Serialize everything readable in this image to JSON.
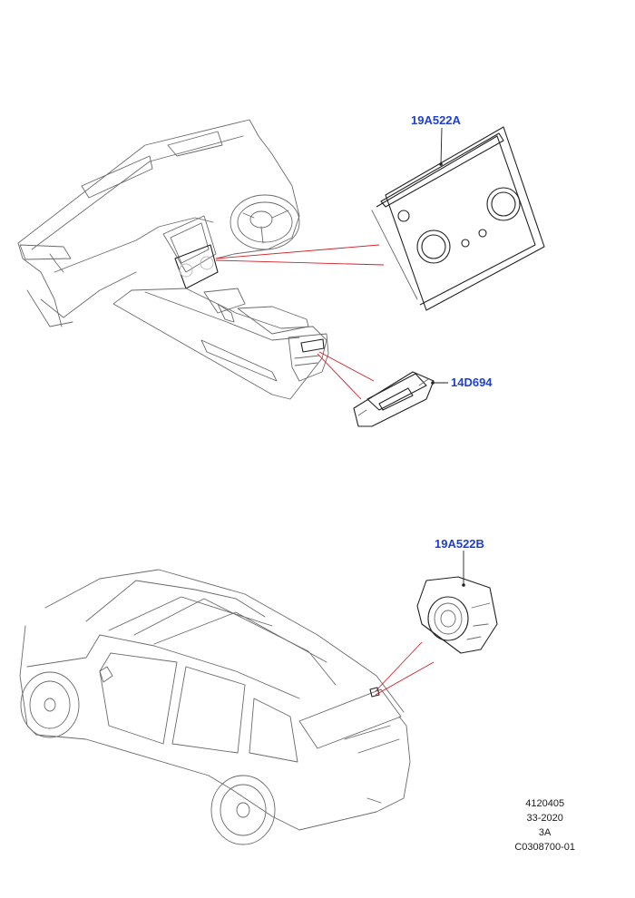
{
  "parts": [
    {
      "id": "part-19a522a",
      "label": "19A522A"
    },
    {
      "id": "part-14d694",
      "label": "14D694"
    },
    {
      "id": "part-19a522b",
      "label": "19A522B"
    }
  ],
  "footer": {
    "line1": "4120405",
    "line2": "33-2020",
    "line3": "3A",
    "line4": "C0308700-01"
  },
  "colors": {
    "callout": "#1f3fd1",
    "leader": "#d21f26",
    "linework": "#6a6a6a"
  }
}
